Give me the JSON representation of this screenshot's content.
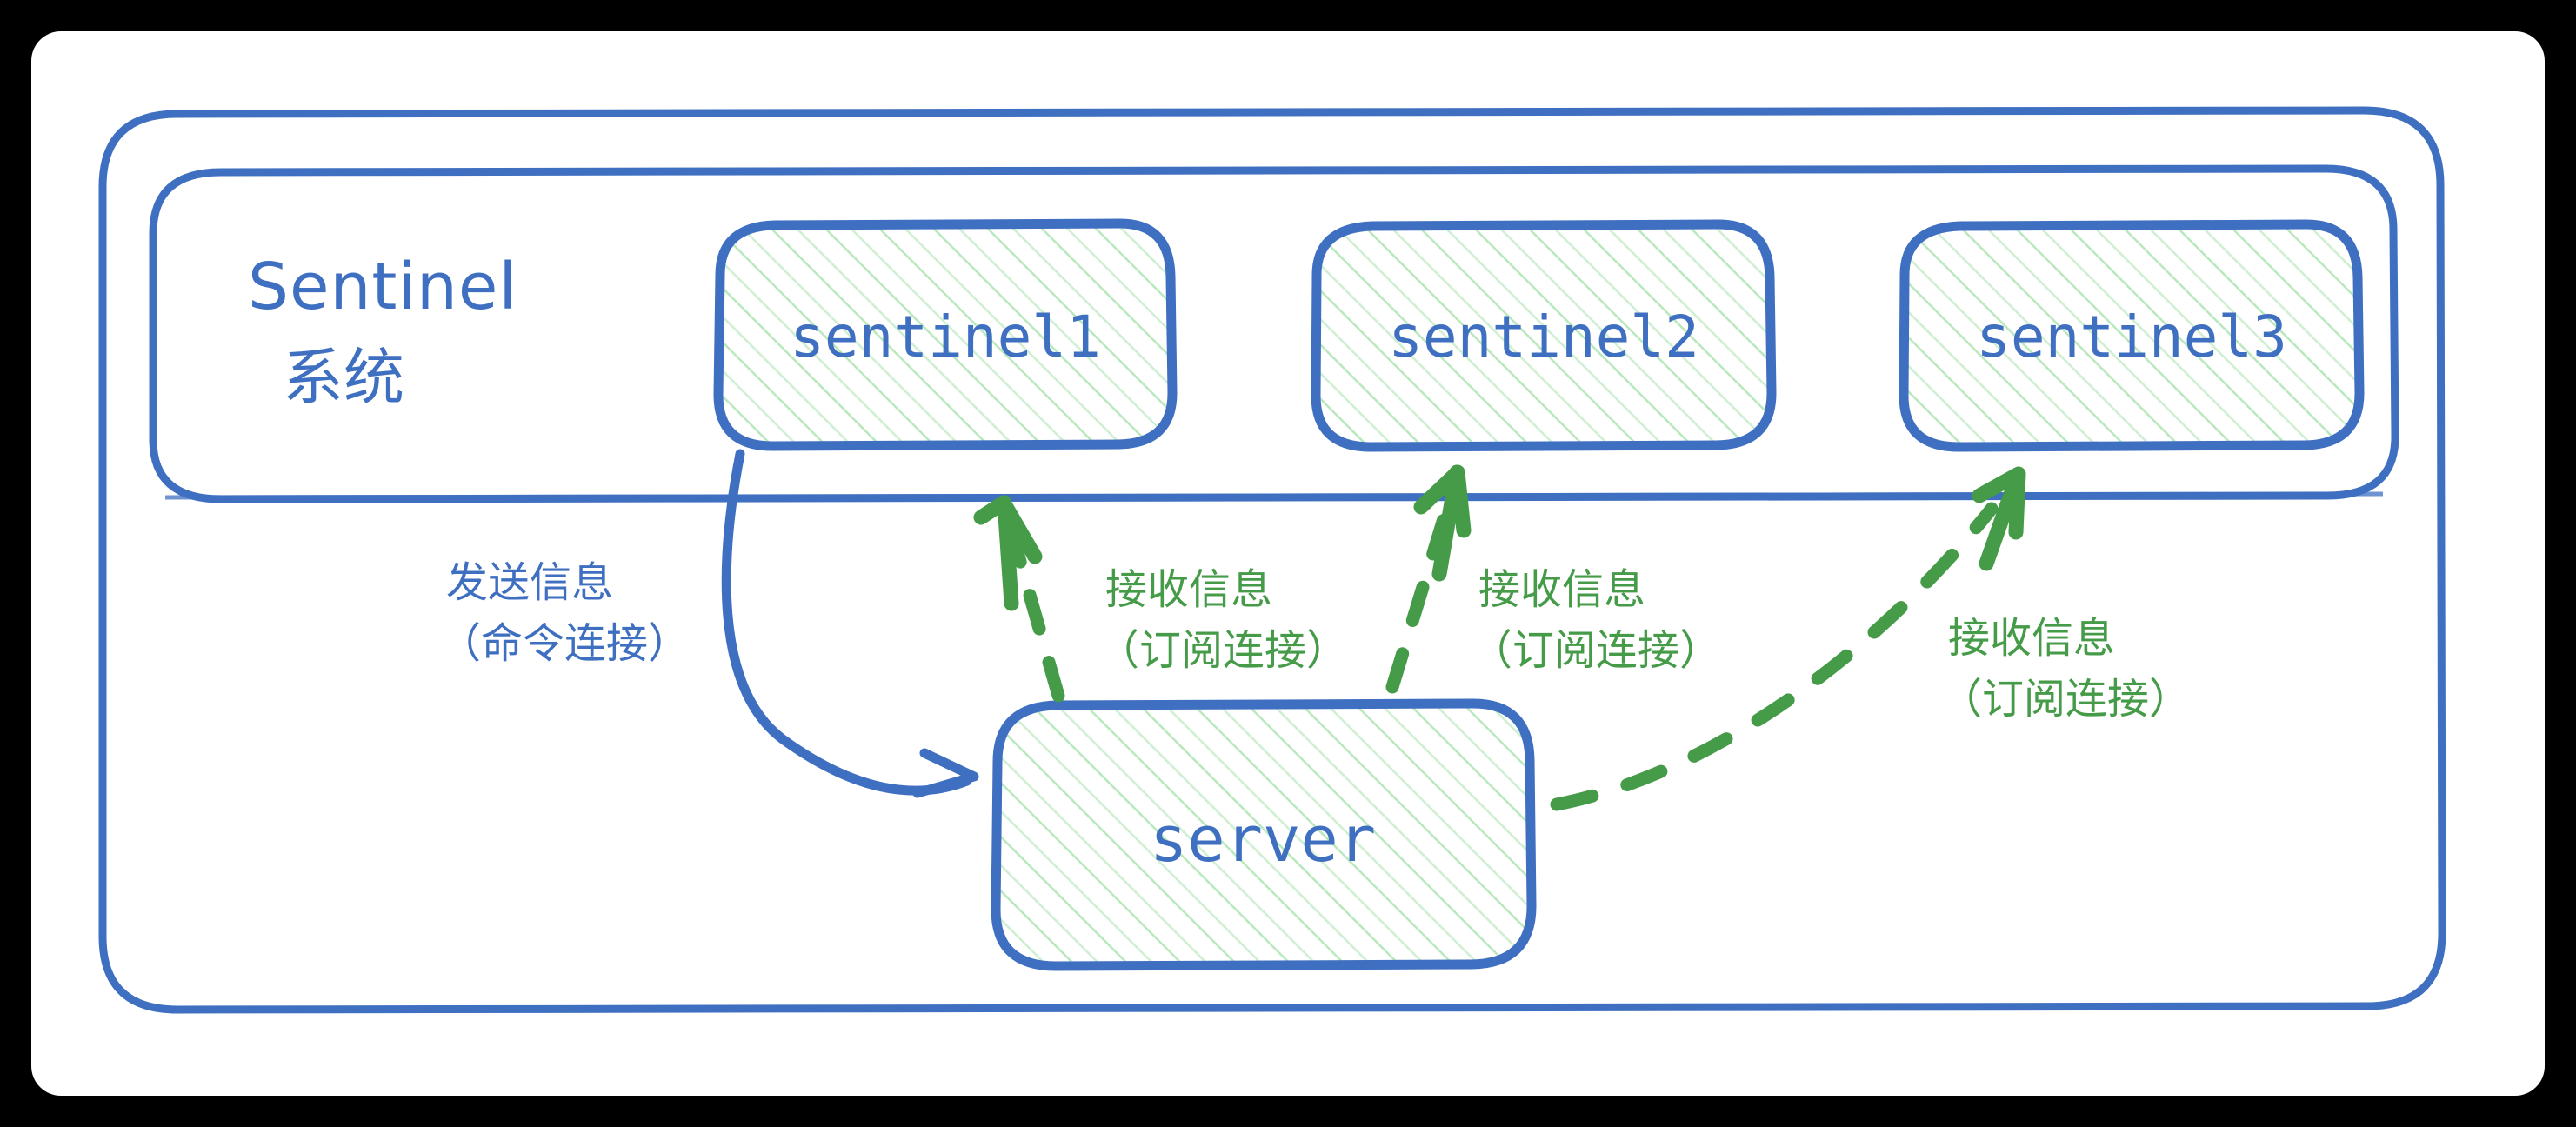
{
  "diagram": {
    "title_group": {
      "label_en": "Sentinel",
      "label_zh": "系统"
    },
    "nodes": [
      {
        "id": "sentinel1",
        "label": "sentinel1"
      },
      {
        "id": "sentinel2",
        "label": "sentinel2"
      },
      {
        "id": "sentinel3",
        "label": "sentinel3"
      },
      {
        "id": "server",
        "label": "server"
      }
    ],
    "edges": [
      {
        "id": "cmd-connection",
        "from": "sentinel1",
        "to": "server",
        "style": "solid",
        "color": "#3f6fc0",
        "label_line1": "发送信息",
        "label_line2": "（命令连接）"
      },
      {
        "id": "sub-connection-1",
        "from": "server",
        "to": "sentinel1",
        "style": "dashed",
        "color": "#459b48",
        "label_line1": "接收信息",
        "label_line2": "（订阅连接）"
      },
      {
        "id": "sub-connection-2",
        "from": "server",
        "to": "sentinel2",
        "style": "dashed",
        "color": "#459b48",
        "label_line1": "接收信息",
        "label_line2": "（订阅连接）"
      },
      {
        "id": "sub-connection-3",
        "from": "server",
        "to": "sentinel3",
        "style": "dashed",
        "color": "#459b48",
        "label_line1": "接收信息",
        "label_line2": "（订阅连接）"
      }
    ],
    "colors": {
      "blue": "#3f6fc0",
      "green": "#459b48",
      "hatch": "#b9e8bd",
      "card": "#ffffff",
      "backdrop": "#000000"
    }
  }
}
